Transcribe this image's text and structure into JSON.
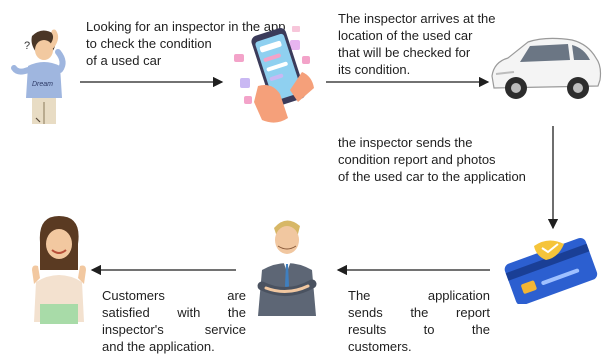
{
  "steps": [
    {
      "id": "find-inspector",
      "lines": [
        "Looking for an inspector in the app",
        "to check the condition",
        "of a used car"
      ]
    },
    {
      "id": "inspector-arrives",
      "lines": [
        "The inspector arrives at the",
        "location of the used car",
        "that will be checked for",
        "its condition."
      ]
    },
    {
      "id": "send-report",
      "lines": [
        "the inspector sends the",
        "condition report and photos",
        "of the used car to the application"
      ]
    },
    {
      "id": "app-sends",
      "lines": [
        "The application",
        "sends the report",
        "results to the",
        "customers."
      ]
    },
    {
      "id": "customer-satisfied",
      "lines": [
        "Customers are",
        "satisfied with the",
        "inspector's service",
        "and the application."
      ]
    }
  ],
  "shirt_text": "Dream",
  "icons": [
    "confused-person-icon",
    "phone-app-icon",
    "car-icon",
    "inspector-icon",
    "credit-card-icon",
    "happy-customer-icon"
  ]
}
